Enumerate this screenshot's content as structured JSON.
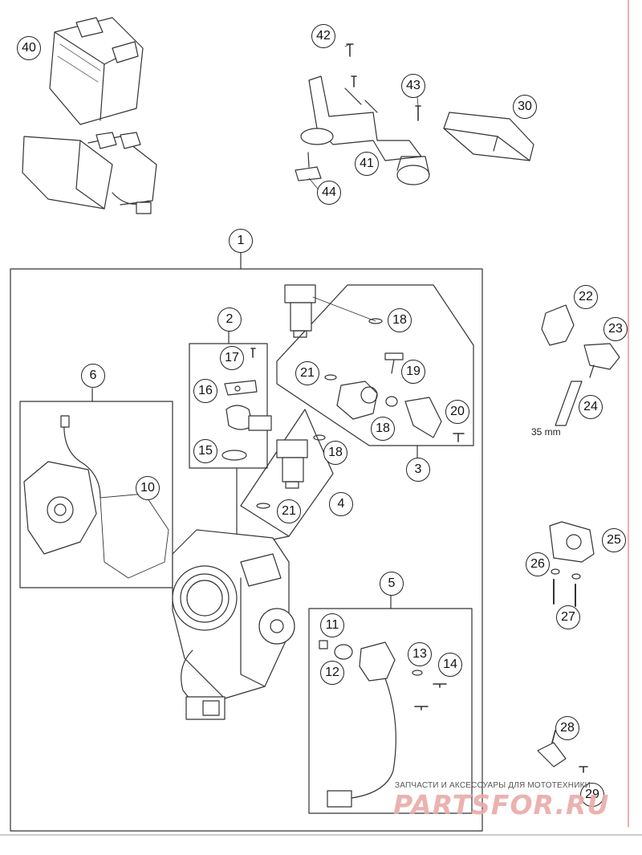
{
  "callouts": [
    {
      "id": "c40",
      "label": "40"
    },
    {
      "id": "c42",
      "label": "42"
    },
    {
      "id": "c43",
      "label": "43"
    },
    {
      "id": "c30",
      "label": "30"
    },
    {
      "id": "c41",
      "label": "41"
    },
    {
      "id": "c44",
      "label": "44"
    },
    {
      "id": "c1",
      "label": "1"
    },
    {
      "id": "c2",
      "label": "2"
    },
    {
      "id": "c17",
      "label": "17"
    },
    {
      "id": "c16",
      "label": "16"
    },
    {
      "id": "c15",
      "label": "15"
    },
    {
      "id": "c18a",
      "label": "18"
    },
    {
      "id": "c19",
      "label": "19"
    },
    {
      "id": "c21a",
      "label": "21"
    },
    {
      "id": "c18b",
      "label": "18"
    },
    {
      "id": "c20",
      "label": "20"
    },
    {
      "id": "c3",
      "label": "3"
    },
    {
      "id": "c18c",
      "label": "18"
    },
    {
      "id": "c21b",
      "label": "21"
    },
    {
      "id": "c4",
      "label": "4"
    },
    {
      "id": "c6",
      "label": "6"
    },
    {
      "id": "c10",
      "label": "10"
    },
    {
      "id": "c5",
      "label": "5"
    },
    {
      "id": "c11",
      "label": "11"
    },
    {
      "id": "c12",
      "label": "12"
    },
    {
      "id": "c13",
      "label": "13"
    },
    {
      "id": "c14",
      "label": "14"
    },
    {
      "id": "c22",
      "label": "22"
    },
    {
      "id": "c23",
      "label": "23"
    },
    {
      "id": "c24",
      "label": "24"
    },
    {
      "id": "c25",
      "label": "25"
    },
    {
      "id": "c26",
      "label": "26"
    },
    {
      "id": "c27",
      "label": "27"
    },
    {
      "id": "c28",
      "label": "28"
    },
    {
      "id": "c29",
      "label": "29"
    }
  ],
  "dimension_label": "35 mm",
  "watermark": {
    "tagline": "ЗАПЧАСТИ И АКСЕССУАРЫ ДЛЯ МОТОТЕХНИКИ",
    "logo": "PARTSFOR.RU",
    "color": "#e9aaa8"
  },
  "colors": {
    "line": "#333333",
    "accent_border": "#e05a5a"
  }
}
